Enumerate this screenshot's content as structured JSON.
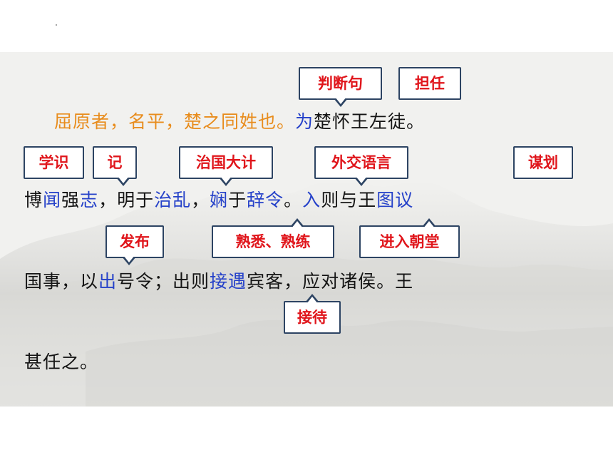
{
  "lines": [
    [
      {
        "text": "屈原者，名平，楚之同姓也。",
        "color": "orange"
      },
      {
        "text": "为",
        "color": "blue"
      },
      {
        "text": "楚怀王左徒。",
        "color": "dark"
      }
    ],
    [
      {
        "text": "博",
        "color": "dark"
      },
      {
        "text": "闻",
        "color": "blue"
      },
      {
        "text": "强",
        "color": "dark"
      },
      {
        "text": "志",
        "color": "blue"
      },
      {
        "text": "，明于",
        "color": "dark"
      },
      {
        "text": "治乱",
        "color": "blue"
      },
      {
        "text": "，",
        "color": "dark"
      },
      {
        "text": "娴",
        "color": "blue"
      },
      {
        "text": "于",
        "color": "dark"
      },
      {
        "text": "辞令",
        "color": "blue"
      },
      {
        "text": "。",
        "color": "dark"
      },
      {
        "text": "入",
        "color": "blue"
      },
      {
        "text": "则与王",
        "color": "dark"
      },
      {
        "text": "图议",
        "color": "blue"
      }
    ],
    [
      {
        "text": "国事，以",
        "color": "dark"
      },
      {
        "text": "出",
        "color": "blue"
      },
      {
        "text": "号令；出则",
        "color": "dark"
      },
      {
        "text": "接遇",
        "color": "blue"
      },
      {
        "text": "宾客，应对诸侯。王",
        "color": "dark"
      }
    ],
    [
      {
        "text": "甚任之。",
        "color": "dark"
      }
    ]
  ],
  "callouts": [
    {
      "label": "判断句"
    },
    {
      "label": "担任"
    },
    {
      "label": "学识"
    },
    {
      "label": "记"
    },
    {
      "label": "治国大计"
    },
    {
      "label": "外交语言"
    },
    {
      "label": "谋划"
    },
    {
      "label": "发布"
    },
    {
      "label": "熟悉、熟练"
    },
    {
      "label": "进入朝堂"
    },
    {
      "label": "接待"
    }
  ],
  "colors": {
    "orange": "#e88c1c",
    "blue": "#2541c9",
    "dark": "#141414",
    "callout_text": "#e0151b",
    "callout_border": "#2d4463"
  }
}
